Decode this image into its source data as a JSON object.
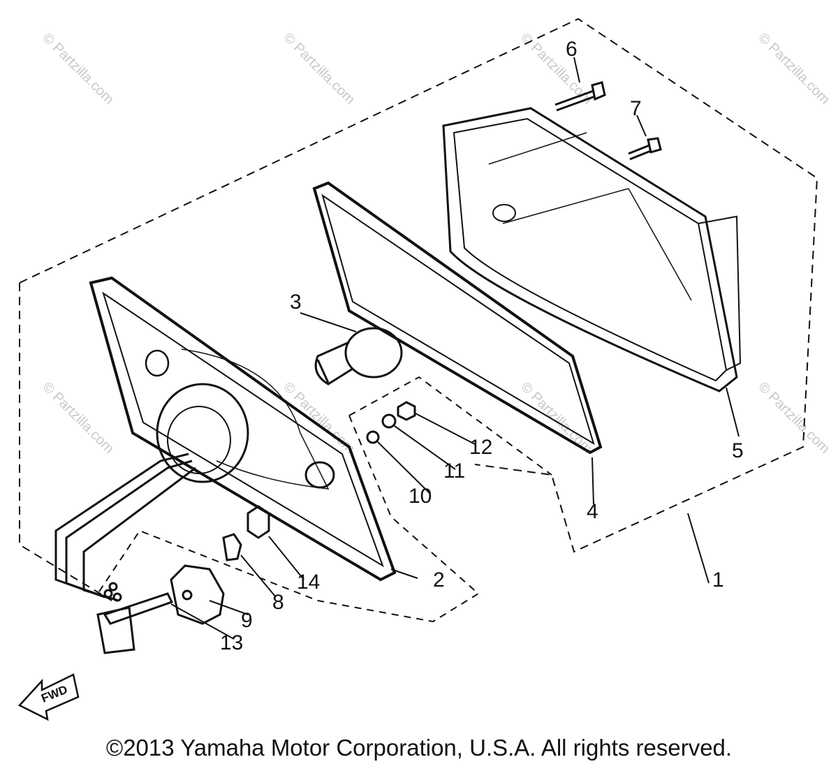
{
  "watermark": "© Partzilla.com",
  "callouts": [
    "1",
    "2",
    "3",
    "4",
    "5",
    "6",
    "7",
    "8",
    "9",
    "10",
    "11",
    "12",
    "13",
    "14"
  ],
  "direction_label": "FWD",
  "copyright": "©2013 Yamaha Motor Corporation, U.S.A. All rights reserved."
}
